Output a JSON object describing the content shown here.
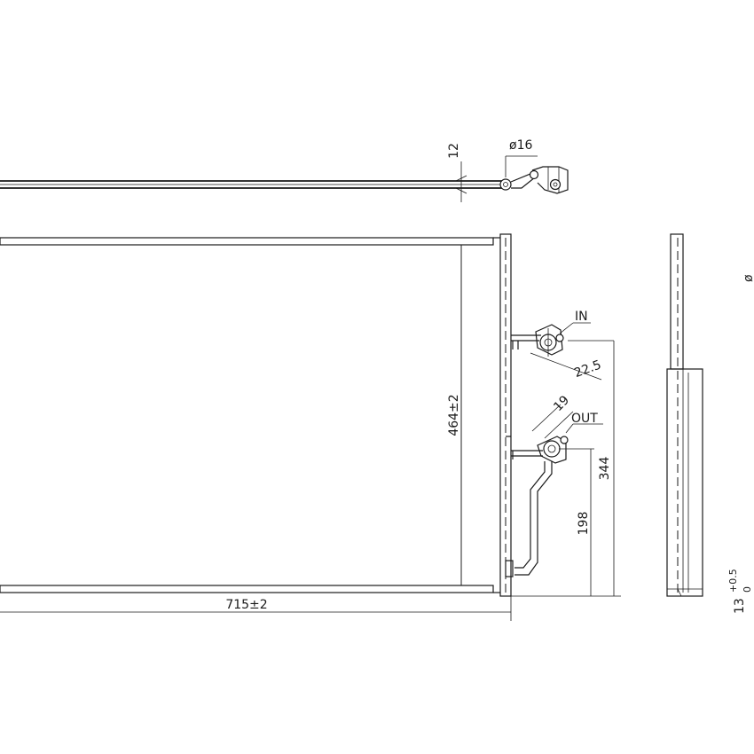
{
  "top_view": {
    "dim_thickness": "12",
    "dim_pipe_diameter": "ø16"
  },
  "front_view": {
    "dim_width": "715±2",
    "dim_height": "464±2",
    "inlet_label": "IN",
    "outlet_label": "OUT",
    "dim_inlet_offset": "22.5",
    "dim_outlet_offset": "19",
    "dim_outlet_height": "344",
    "dim_pipe_height": "198"
  },
  "side_view": {
    "dim_tolerance": "13",
    "dim_tolerance_upper": "+0.5",
    "dim_tolerance_lower": "0",
    "dim_partial": "ø"
  }
}
